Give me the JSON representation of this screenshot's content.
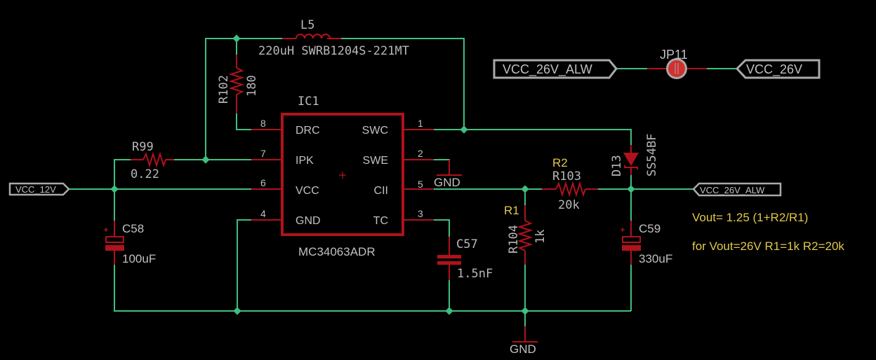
{
  "schematic": {
    "colors": {
      "background": "#000000",
      "wire": "#3fbf7f",
      "symbol": "#b0121b",
      "text": "#c0c0c0",
      "attribute_text": "#e0c84a"
    },
    "ic": {
      "name": "IC1",
      "value": "MC34063ADR",
      "left_pins": [
        {
          "num": "8",
          "name": "DRC"
        },
        {
          "num": "7",
          "name": "IPK"
        },
        {
          "num": "6",
          "name": "VCC"
        },
        {
          "num": "4",
          "name": "GND"
        }
      ],
      "right_pins": [
        {
          "num": "1",
          "name": "SWC"
        },
        {
          "num": "2",
          "name": "SWE"
        },
        {
          "num": "5",
          "name": "CII"
        },
        {
          "num": "3",
          "name": "TC"
        }
      ]
    },
    "inductor": {
      "name": "L5",
      "value": "220uH SWRB1204S-221MT"
    },
    "r102": {
      "name": "R102",
      "value": "180"
    },
    "r99": {
      "name": "R99",
      "value": "0.22"
    },
    "r103": {
      "name": "R103",
      "value": "20k",
      "alias": "R2"
    },
    "r104": {
      "name": "R104",
      "value": "1k",
      "alias": "R1"
    },
    "c58": {
      "name": "C58",
      "value": "100uF"
    },
    "c57": {
      "name": "C57",
      "value": "1.5nF"
    },
    "c59": {
      "name": "C59",
      "value": "330uF"
    },
    "d13": {
      "name": "D13",
      "value": "SS54BF"
    },
    "jp11": {
      "name": "JP11"
    },
    "gnd_labels": [
      "GND",
      "GND"
    ],
    "net_labels": {
      "vcc_12v": "VCC_12V",
      "vcc_26v_alw_out": "VCC_26V_ALW",
      "jp_left": "VCC_26V_ALW",
      "jp_right": "VCC_26V"
    },
    "notes": {
      "formula": "Vout= 1.25 (1+R2/R1)",
      "values": "for Vout=26V R1=1k R2=20k"
    }
  }
}
